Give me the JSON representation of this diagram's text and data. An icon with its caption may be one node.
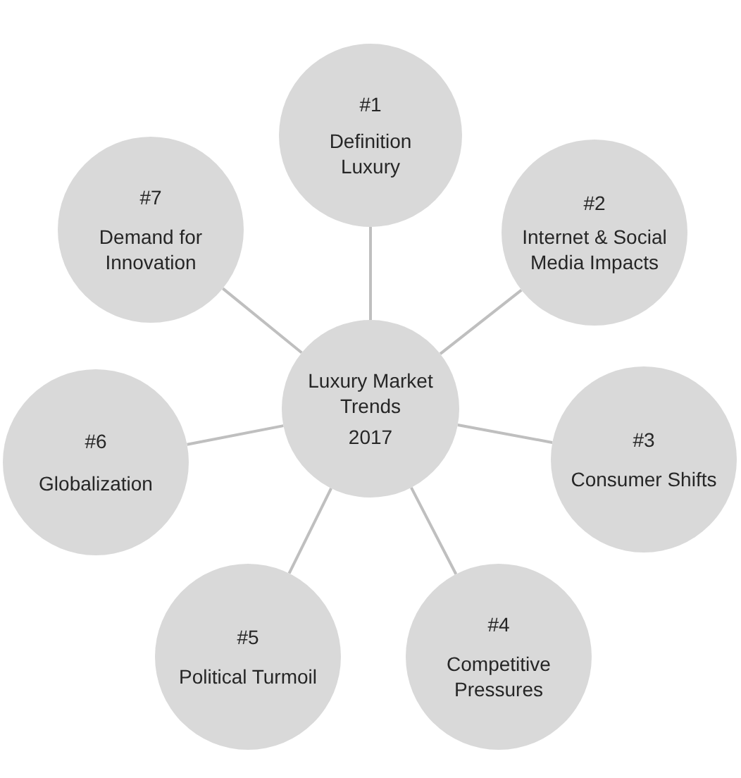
{
  "diagram": {
    "nodes": [
      {
        "text": [
          "Luxury Market Trends",
          "2017"
        ]
      },
      {
        "text": [
          "#1",
          "Definition Luxury"
        ]
      },
      {
        "text": [
          "#2",
          "Internet & Social Media Impacts"
        ]
      },
      {
        "text": [
          "#3",
          "Consumer Shifts"
        ]
      },
      {
        "text": [
          "#4",
          "Competitive Pressures"
        ]
      },
      {
        "text": [
          "#5",
          "Political Turmoil"
        ]
      },
      {
        "text": [
          "#6",
          "Globalization"
        ]
      },
      {
        "text": [
          "#7",
          "Demand for Innovation"
        ]
      }
    ],
    "edges": [
      {
        "from": 0,
        "to": 1,
        "arrow": "none"
      },
      {
        "from": 0,
        "to": 2,
        "arrow": "none"
      },
      {
        "from": 0,
        "to": 3,
        "arrow": "none"
      },
      {
        "from": 0,
        "to": 4,
        "arrow": "none"
      },
      {
        "from": 0,
        "to": 5,
        "arrow": "none"
      },
      {
        "from": 0,
        "to": 6,
        "arrow": "none"
      },
      {
        "from": 0,
        "to": 7,
        "arrow": "none"
      }
    ]
  }
}
